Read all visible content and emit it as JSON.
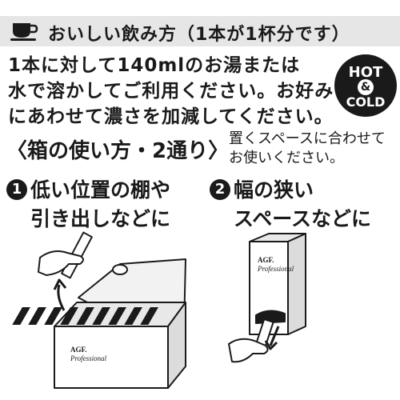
{
  "header": {
    "title": "おいしい飲み方（1本が1杯分です）",
    "icon": "coffee-cup-icon"
  },
  "intro": {
    "lines": [
      "1本に対して140mlのお湯または",
      "水で溶かしてご利用ください。お好み",
      "にあわせて濃さを加減してください。"
    ]
  },
  "badge": {
    "hot": "HOT",
    "amp": "&",
    "cold": "COLD"
  },
  "section": {
    "title": "〈箱の使い方・2通り〉",
    "note_lines": [
      "置くスペースに合わせて",
      "お使いください。"
    ]
  },
  "methods": [
    {
      "number": "1",
      "lines": [
        "低い位置の棚や",
        "引き出しなどに"
      ]
    },
    {
      "number": "2",
      "lines": [
        "幅の狭い",
        "スペースなどに"
      ]
    }
  ],
  "box_label": {
    "brand": "AGF.",
    "sub": "Professional"
  }
}
